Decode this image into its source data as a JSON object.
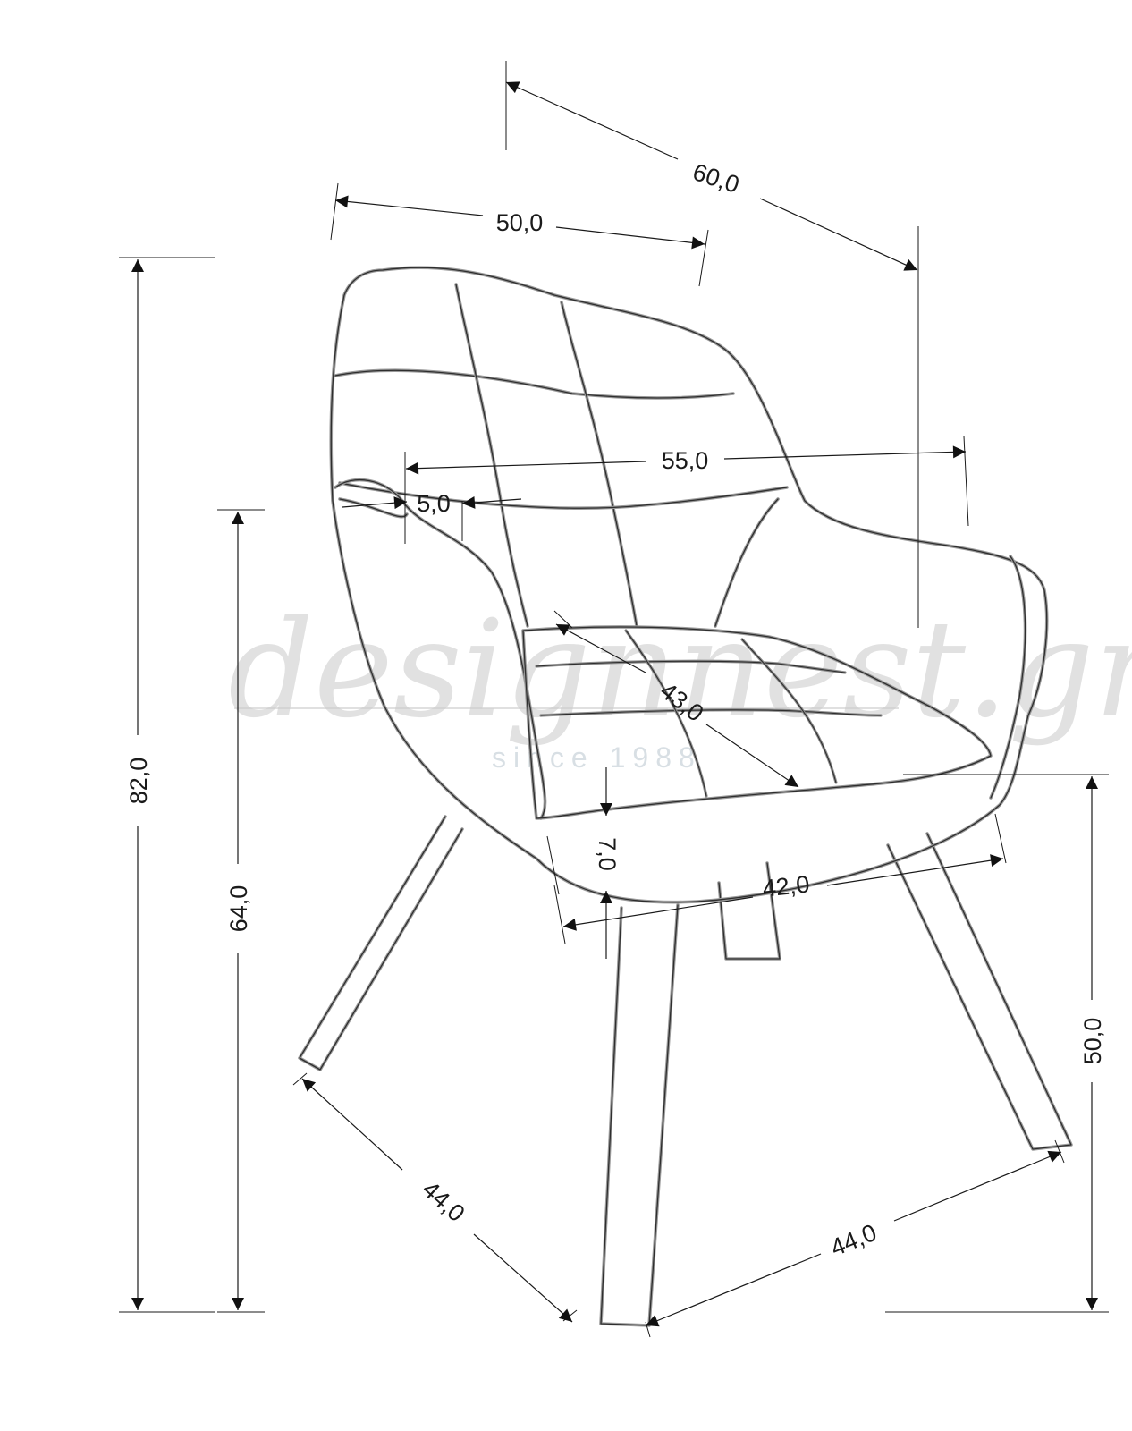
{
  "watermark": {
    "brand": "designnest.gr",
    "tagline": "since 1988"
  },
  "dimensions": {
    "total_height": "82,0",
    "arm_height": "64,0",
    "seat_height": "50,0",
    "backrest_width": "50,0",
    "total_depth": "60,0",
    "total_width": "55,0",
    "arm_width": "5,0",
    "seat_depth": "43,0",
    "seat_thickness": "7,0",
    "seat_width": "42,0",
    "leg_span_left": "44,0",
    "leg_span_right": "44,0"
  }
}
